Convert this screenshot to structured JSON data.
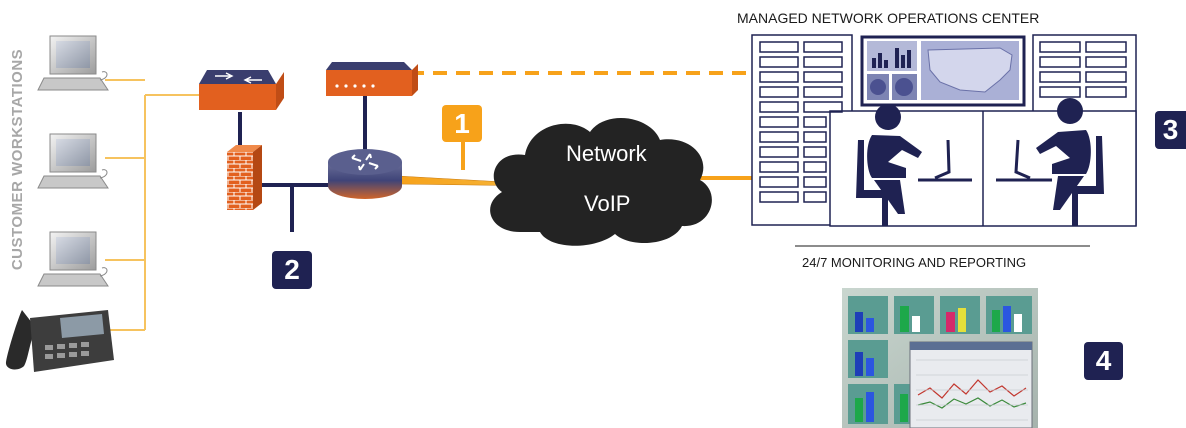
{
  "diagram": {
    "customer_label": "CUSTOMER WORKSTATIONS",
    "noc_title": "MANAGED NETWORK OPERATIONS CENTER",
    "monitoring_caption": "24/7 MONITORING AND REPORTING",
    "cloud_labels": [
      "Network",
      "VoIP"
    ],
    "badges": [
      "1",
      "2",
      "3",
      "4"
    ]
  },
  "colors": {
    "navy": "#1f2252",
    "orange": "#f7a21a",
    "orange_dark": "#e2601f",
    "line_gold": "#f6c35f",
    "cloud": "#232323",
    "grey_label": "#a7a7a7"
  },
  "icons": [
    "computer-icon",
    "phone-icon",
    "switch-icon",
    "modem-icon",
    "firewall-icon",
    "router-icon",
    "cloud-icon",
    "server-rack-icon",
    "operator-icon",
    "monitor-icon",
    "dashboard-screenshot-icon"
  ]
}
